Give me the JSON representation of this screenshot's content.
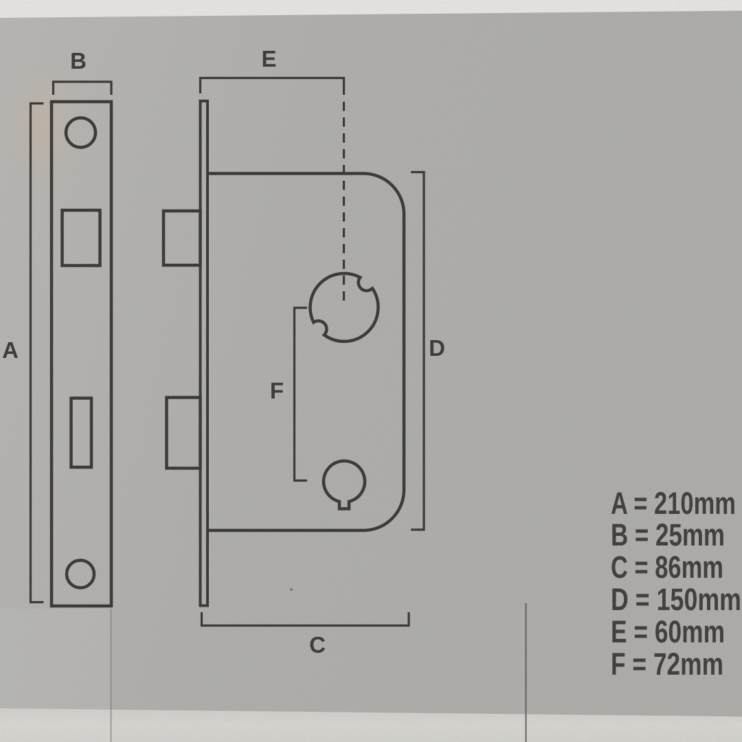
{
  "diagram": {
    "labels": {
      "A": "A",
      "B": "B",
      "C": "C",
      "D": "D",
      "E": "E",
      "F": "F"
    }
  },
  "legend": {
    "rows": [
      {
        "key": "A",
        "value": "210mm",
        "text": "A = 210mm"
      },
      {
        "key": "B",
        "value": "25mm",
        "text": "B = 25mm"
      },
      {
        "key": "C",
        "value": "86mm",
        "text": "C = 86mm"
      },
      {
        "key": "D",
        "value": "150mm",
        "text": "D = 150mm"
      },
      {
        "key": "E",
        "value": "60mm",
        "text": "E = 60mm"
      },
      {
        "key": "F",
        "value": "72mm",
        "text": "F = 72mm"
      }
    ]
  },
  "dimensions_mm": {
    "A": 210,
    "B": 25,
    "C": 86,
    "D": 150,
    "E": 60,
    "F": 72
  },
  "colors": {
    "paper": "#b6b5b2",
    "paper_light_band": "#deddda",
    "top_strip": "#f3f2ef",
    "line": "#2d2c29",
    "label_text": "#2f2e2b"
  }
}
